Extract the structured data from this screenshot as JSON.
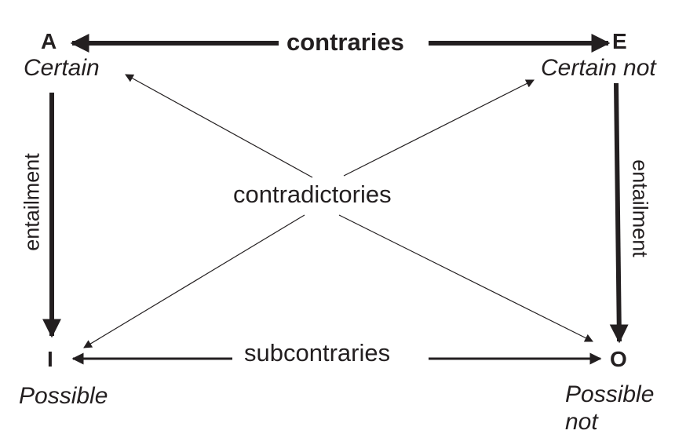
{
  "corners": {
    "A": {
      "letter": "A",
      "modal": "Certain"
    },
    "E": {
      "letter": "E",
      "modal": "Certain not"
    },
    "I": {
      "letter": "I",
      "modal": "Possible"
    },
    "O": {
      "letter": "O",
      "modal_line1": "Possible",
      "modal_line2": "not"
    }
  },
  "relations": {
    "contraries": "contraries",
    "contradictories": "contradictories",
    "subcontraries": "subcontraries",
    "entailment_left": "entailment",
    "entailment_right": "entailment"
  },
  "colors": {
    "ink": "#231f20"
  }
}
